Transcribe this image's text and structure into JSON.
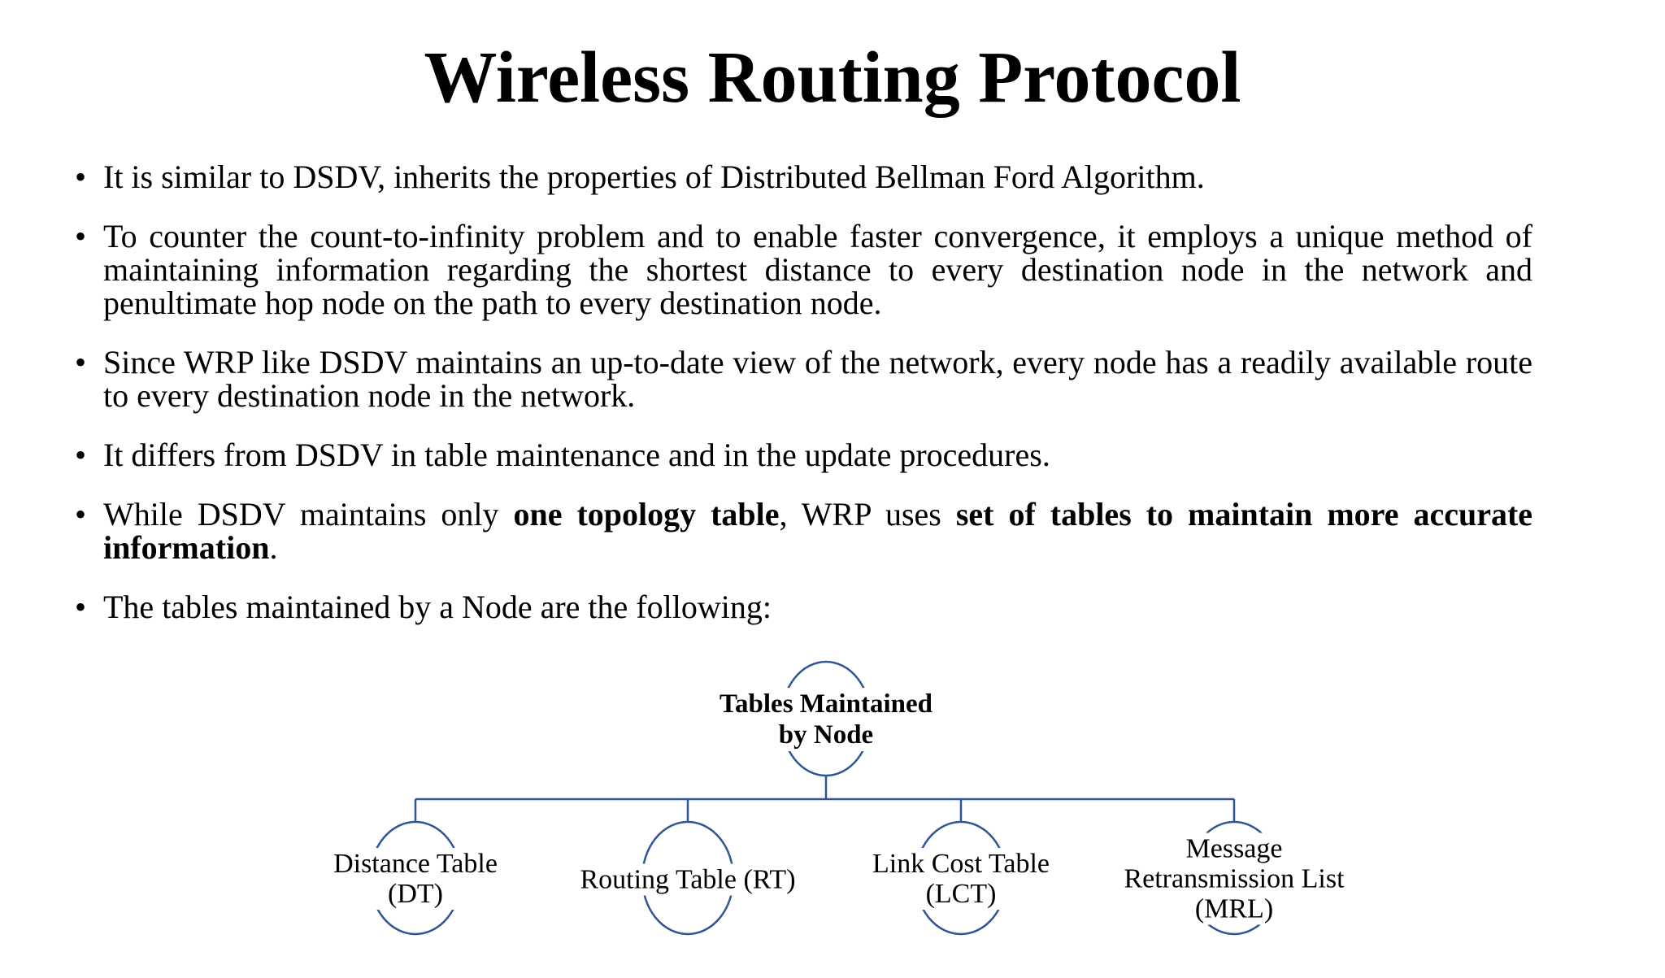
{
  "slide": {
    "title": "Wireless Routing Protocol",
    "bullets": [
      {
        "segments": [
          {
            "text": "It is similar to DSDV, inherits the properties of Distributed Bellman Ford Algorithm.",
            "bold": false
          }
        ]
      },
      {
        "segments": [
          {
            "text": "To counter the count-to-infinity problem and to enable faster convergence, it employs a unique method of maintaining information regarding the shortest distance to every destination node in the network and penultimate hop node on the path to every destination node.",
            "bold": false
          }
        ]
      },
      {
        "segments": [
          {
            "text": "Since WRP like DSDV maintains an up-to-date view of the network, every node has a readily available route to every destination node in the network.",
            "bold": false
          }
        ]
      },
      {
        "segments": [
          {
            "text": "It differs from DSDV in table maintenance and in the update procedures.",
            "bold": false
          }
        ]
      },
      {
        "segments": [
          {
            "text": "While DSDV maintains only ",
            "bold": false
          },
          {
            "text": "one topology table",
            "bold": true
          },
          {
            "text": ", WRP uses ",
            "bold": false
          },
          {
            "text": "set of tables to maintain more accurate information",
            "bold": true
          },
          {
            "text": ".",
            "bold": false
          }
        ]
      },
      {
        "segments": [
          {
            "text": "The tables maintained by a Node are the following:",
            "bold": false
          }
        ]
      }
    ]
  },
  "diagram": {
    "accent_color": "#2f5597",
    "root": {
      "lines": [
        "Tables Maintained",
        "by Node"
      ]
    },
    "nodes": [
      {
        "lines": [
          "Distance Table",
          "(DT)"
        ]
      },
      {
        "lines": [
          "Routing Table (RT)"
        ]
      },
      {
        "lines": [
          "Link Cost Table",
          "(LCT)"
        ]
      },
      {
        "lines": [
          "Message",
          "Retransmission List",
          "(MRL)"
        ]
      }
    ]
  }
}
